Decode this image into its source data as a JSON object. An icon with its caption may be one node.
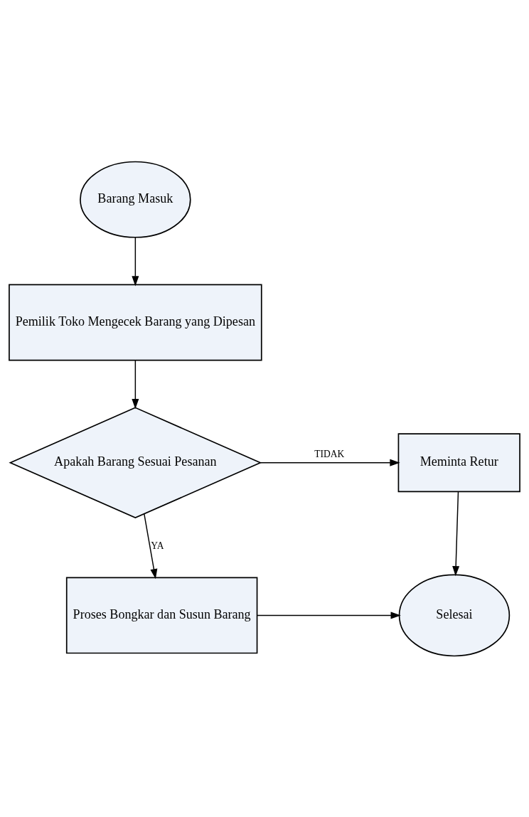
{
  "diagram": {
    "nodes": [
      {
        "text": [
          "Barang Masuk"
        ]
      },
      {
        "text": [
          "Pemilik Toko Mengecek Barang yang Dipesan"
        ]
      },
      {
        "text": [
          "Apakah Barang Sesuai Pesanan"
        ]
      },
      {
        "text": [
          "Meminta Retur"
        ]
      },
      {
        "text": [
          "Proses Bongkar dan Susun Barang"
        ]
      },
      {
        "text": [
          "Selesai"
        ]
      }
    ],
    "edges": [
      {
        "from": 0,
        "to": 1,
        "arrow": "to"
      },
      {
        "from": 1,
        "to": 2,
        "arrow": "to"
      },
      {
        "from": 2,
        "to": 3,
        "label": "TIDAK",
        "arrow": "to"
      },
      {
        "from": 2,
        "to": 4,
        "label": "YA",
        "arrow": "to"
      },
      {
        "from": 3,
        "to": 5,
        "arrow": "to"
      },
      {
        "from": 4,
        "to": 5,
        "arrow": "to"
      }
    ]
  }
}
